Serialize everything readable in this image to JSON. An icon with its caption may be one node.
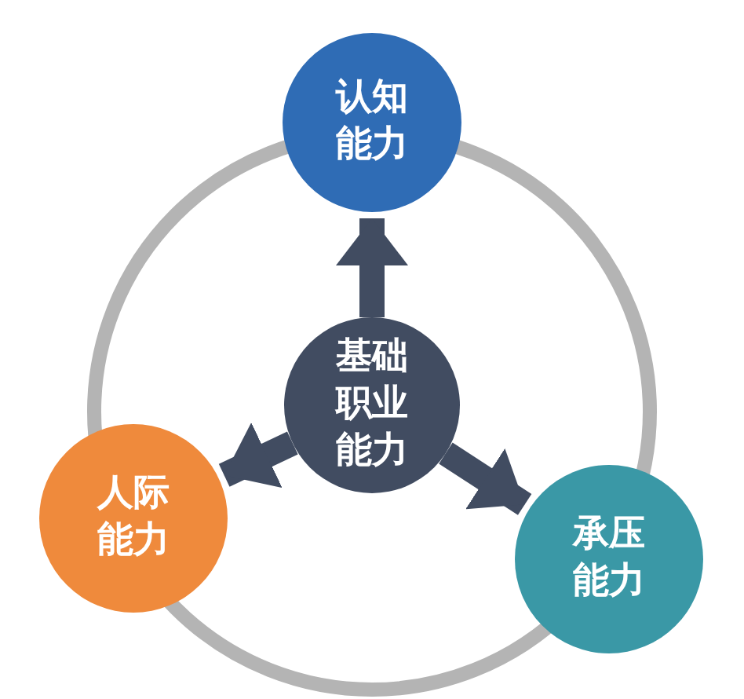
{
  "diagram": {
    "nodes": [
      {
        "text": [
          "认知能力"
        ]
      },
      {
        "text": [
          "基础职业能力"
        ]
      },
      {
        "text": [
          "人际能力"
        ]
      },
      {
        "text": [
          "承压能力"
        ]
      }
    ],
    "edges": [
      {
        "from": 1,
        "to": 0,
        "arrow": "to"
      },
      {
        "from": 1,
        "to": 2,
        "arrow": "to"
      },
      {
        "from": 1,
        "to": 3,
        "arrow": "to"
      }
    ]
  }
}
